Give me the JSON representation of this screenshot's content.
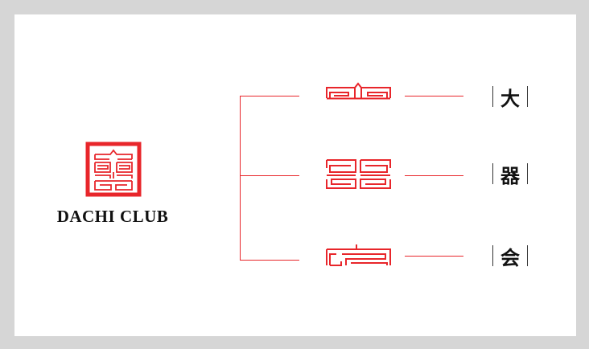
{
  "brand": {
    "name": "DACHI CLUB",
    "color": "#e8262b"
  },
  "rows": [
    {
      "part": "top",
      "char": "大"
    },
    {
      "part": "middle",
      "char": "器"
    },
    {
      "part": "bottom",
      "char": "会"
    }
  ]
}
